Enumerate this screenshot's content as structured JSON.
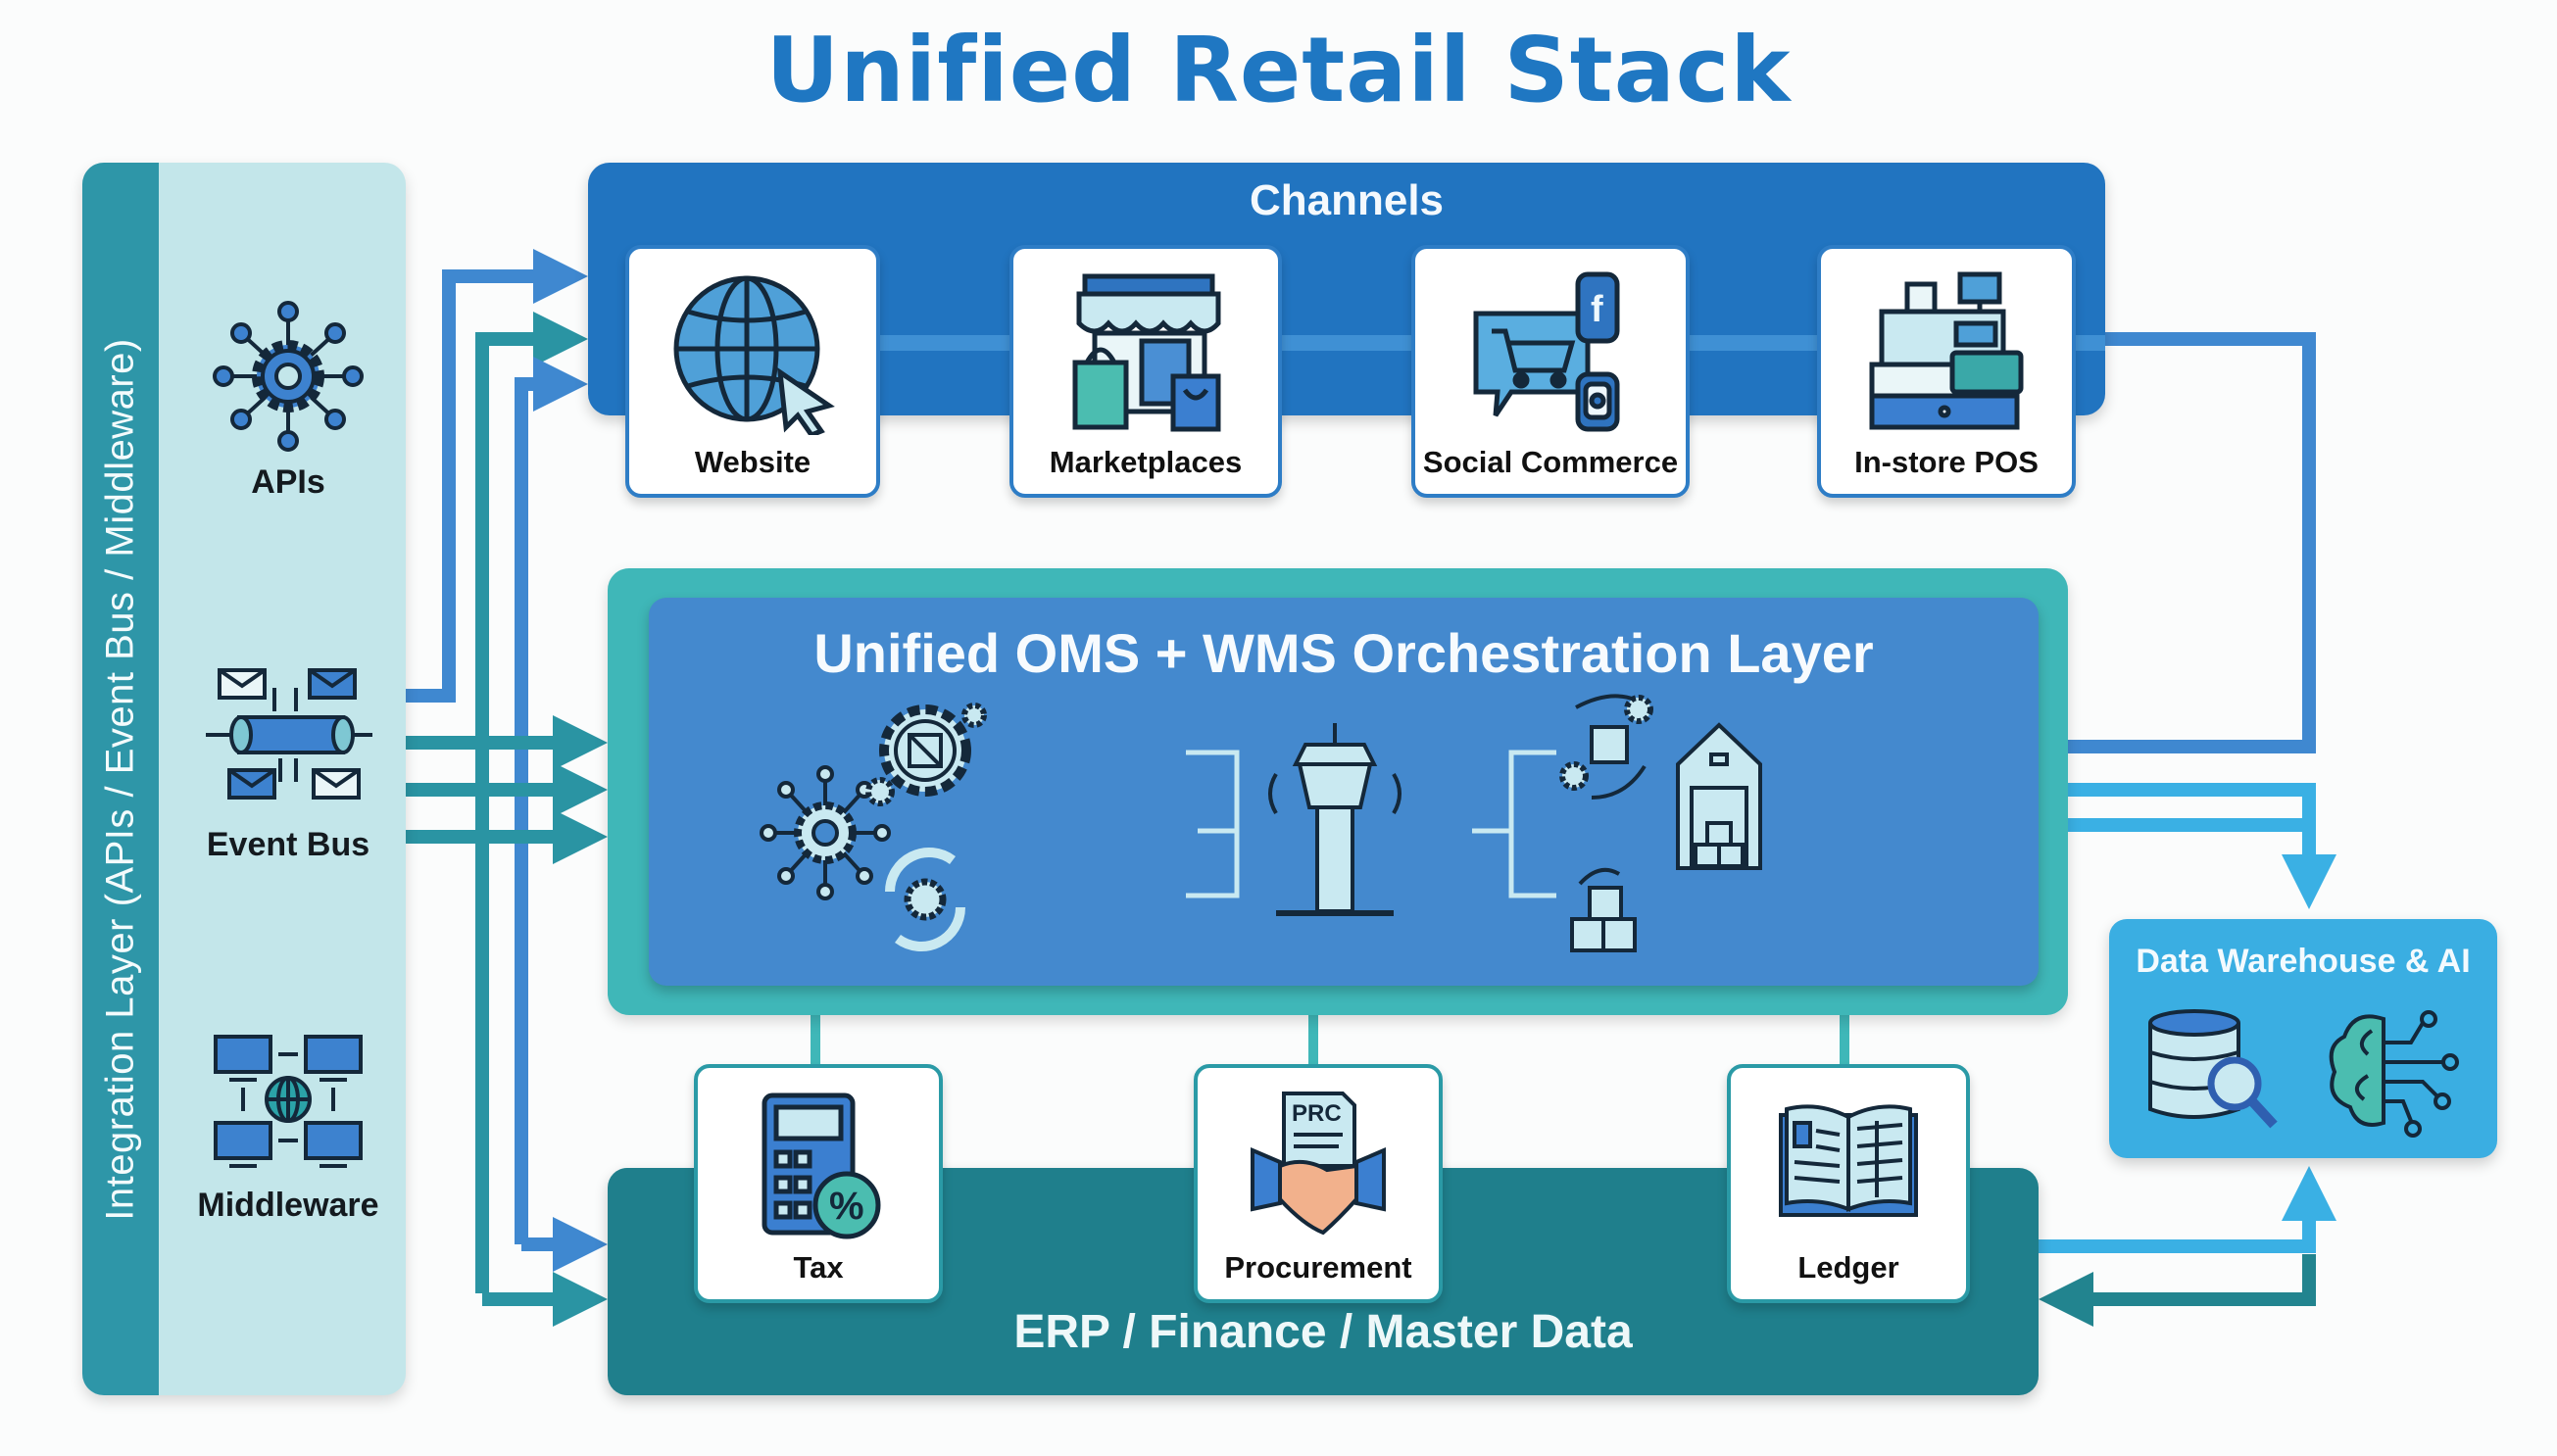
{
  "title": "Unified Retail Stack",
  "integration_layer": {
    "label": "Integration Layer (APIs / Event Bus / Middleware)",
    "items": [
      {
        "label": "APIs",
        "icon": "api-hub-icon"
      },
      {
        "label": "Event Bus",
        "icon": "event-bus-icon"
      },
      {
        "label": "Middleware",
        "icon": "middleware-network-icon"
      }
    ]
  },
  "channels": {
    "title": "Channels",
    "items": [
      {
        "label": "Website",
        "icon": "globe-cursor-icon"
      },
      {
        "label": "Marketplaces",
        "icon": "storefront-bags-icon"
      },
      {
        "label": "Social Commerce",
        "icon": "social-cart-icon"
      },
      {
        "label": "In-store POS",
        "icon": "cash-register-icon"
      }
    ]
  },
  "orchestration": {
    "title": "Unified OMS + WMS Orchestration Layer",
    "icons": [
      "hub-gear-icon",
      "gear-box-icon",
      "sync-gear-icon",
      "control-tower-icon",
      "box-cycle-icon",
      "stacked-boxes-icon",
      "warehouse-icon"
    ]
  },
  "erp": {
    "title": "ERP / Finance / Master Data",
    "items": [
      {
        "label": "Tax",
        "icon": "calculator-percent-icon"
      },
      {
        "label": "Procurement",
        "icon": "handshake-document-icon",
        "doc_text": "PRC"
      },
      {
        "label": "Ledger",
        "icon": "ledger-book-icon"
      }
    ]
  },
  "data_warehouse": {
    "title": "Data Warehouse & AI",
    "icons": [
      "database-search-icon",
      "ai-brain-icon"
    ]
  },
  "colors": {
    "title": "#1f77c2",
    "channels": "#2174c0",
    "orchestration_outer": "#3fb7b8",
    "orchestration_inner": "#4489ce",
    "erp": "#1f7f8c",
    "data_warehouse": "#3aaee2",
    "integration_bg": "#c3e6ea",
    "integration_band": "#2e96a8",
    "arrow_blue": "#3f88d0",
    "arrow_teal": "#2a94a3",
    "arrow_light": "#3ab0e4"
  }
}
